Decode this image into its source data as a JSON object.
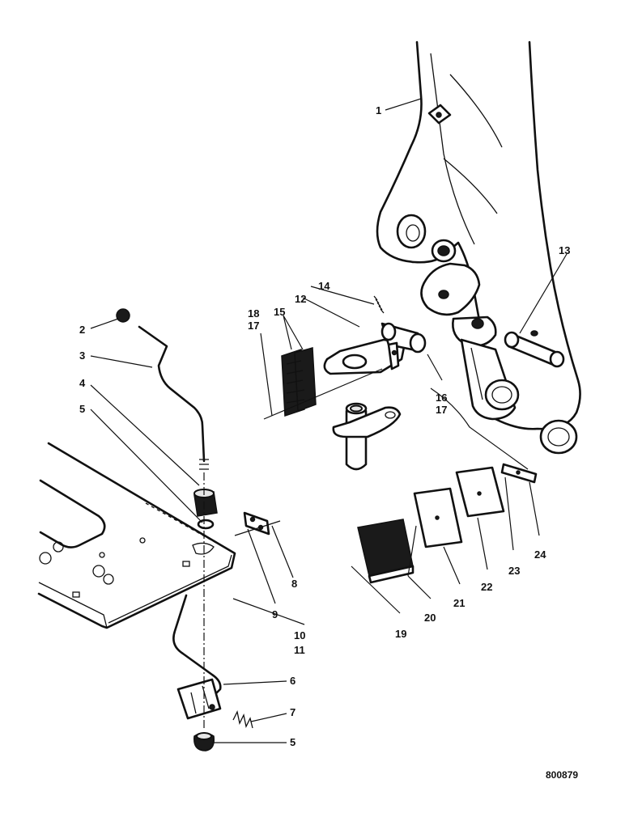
{
  "figure": {
    "drawing_number": "800879",
    "labels": [
      {
        "id": "label-1",
        "text": "1"
      },
      {
        "id": "label-2",
        "text": "2"
      },
      {
        "id": "label-3",
        "text": "3"
      },
      {
        "id": "label-4",
        "text": "4"
      },
      {
        "id": "label-5a",
        "text": "5"
      },
      {
        "id": "label-6",
        "text": "6"
      },
      {
        "id": "label-7",
        "text": "7"
      },
      {
        "id": "label-5b",
        "text": "5"
      },
      {
        "id": "label-8",
        "text": "8"
      },
      {
        "id": "label-9",
        "text": "9"
      },
      {
        "id": "label-10",
        "text": "10"
      },
      {
        "id": "label-11",
        "text": "11"
      },
      {
        "id": "label-12",
        "text": "12"
      },
      {
        "id": "label-13",
        "text": "13"
      },
      {
        "id": "label-14",
        "text": "14"
      },
      {
        "id": "label-15",
        "text": "15"
      },
      {
        "id": "label-16",
        "text": "16"
      },
      {
        "id": "label-17a",
        "text": "17"
      },
      {
        "id": "label-18",
        "text": "18"
      },
      {
        "id": "label-17b",
        "text": "17"
      },
      {
        "id": "label-19",
        "text": "19"
      },
      {
        "id": "label-20",
        "text": "20"
      },
      {
        "id": "label-21",
        "text": "21"
      },
      {
        "id": "label-22",
        "text": "22"
      },
      {
        "id": "label-23",
        "text": "23"
      },
      {
        "id": "label-24",
        "text": "24"
      }
    ]
  }
}
